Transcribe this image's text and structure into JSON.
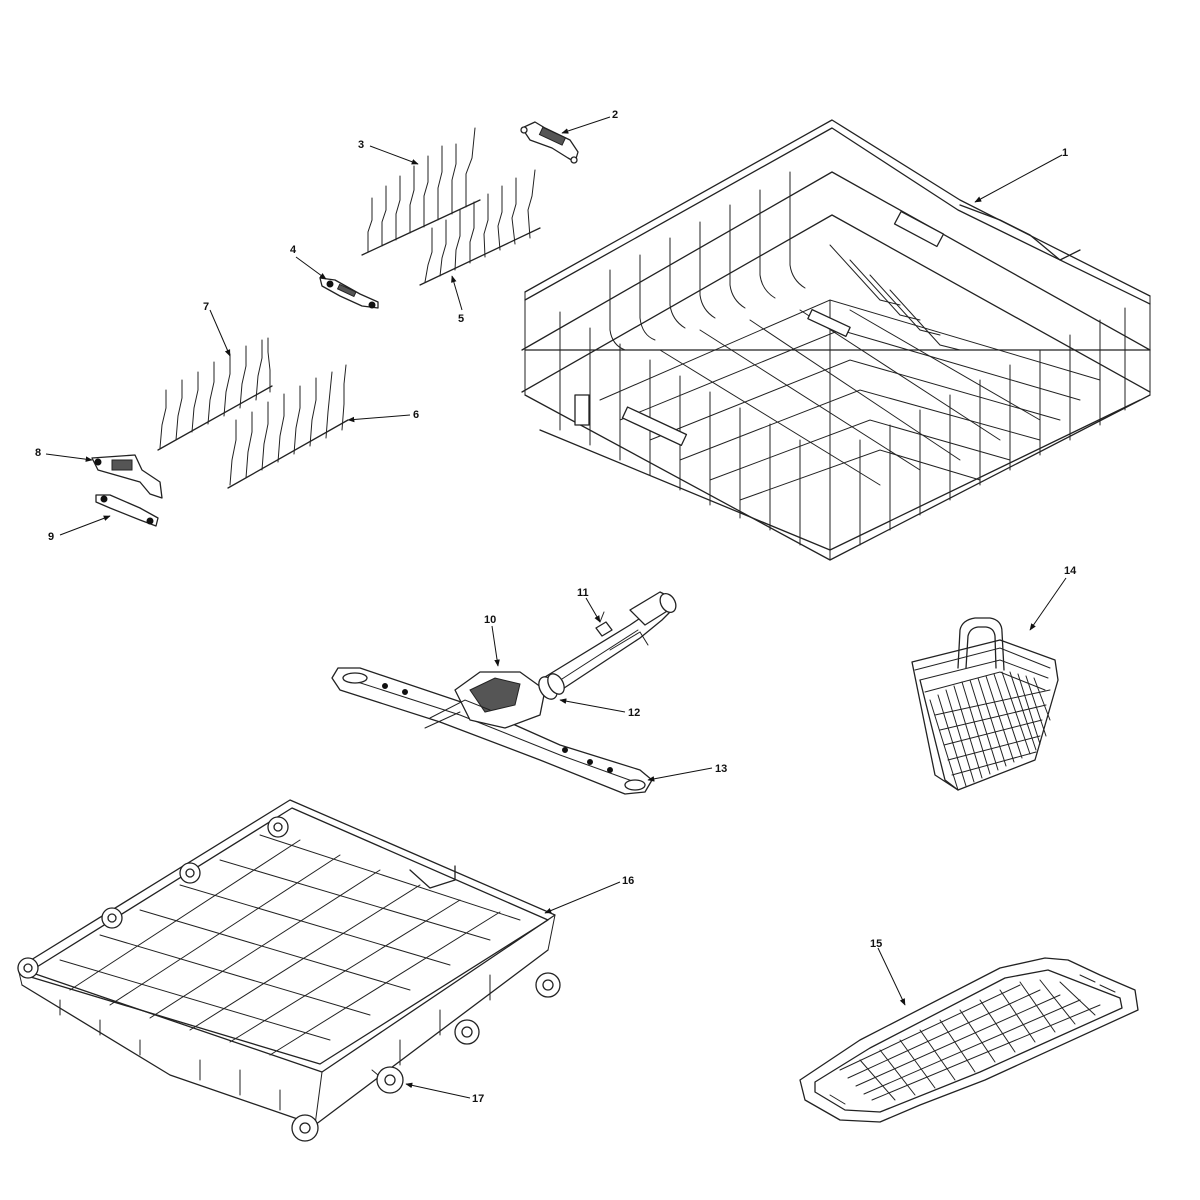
{
  "callouts": {
    "c1": "1",
    "c2": "2",
    "c3": "3",
    "c4": "4",
    "c5": "5",
    "c6": "6",
    "c7": "7",
    "c8": "8",
    "c9": "9",
    "c10": "10",
    "c11": "11",
    "c12": "12",
    "c13": "13",
    "c14": "14",
    "c15": "15",
    "c16": "16",
    "c17": "17"
  },
  "colors": {
    "line": "#222222",
    "background": "#ffffff"
  }
}
